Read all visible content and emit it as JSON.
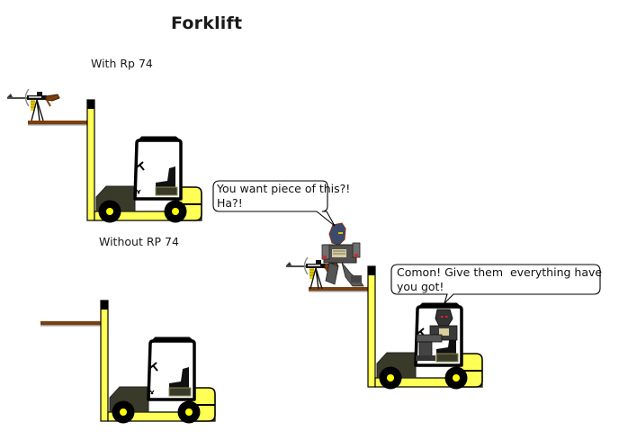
{
  "title": "Forklift",
  "panels": [
    {
      "caption": "With Rp 74",
      "id": "with-rp74"
    },
    {
      "caption": "Without RP 74",
      "id": "without-rp74"
    }
  ],
  "speech_bubbles": [
    {
      "speaker": "soldier-on-fork",
      "lines": [
        "You want piece of this?!",
        "Ha?!"
      ]
    },
    {
      "speaker": "driver",
      "lines": [
        "Comon! Give them  everything have",
        "you got!"
      ]
    }
  ],
  "colors": {
    "background": "#ffffff",
    "forklift_yellow": "#ffff55",
    "forklift_outline": "#000000",
    "engine_cover": "#3a3a2a",
    "fork_wood": "#7a3f10",
    "fork_shadow": "#9a9a9a",
    "wheel_hub": "#ffff00",
    "rifle_stock": "#7a3f10",
    "armor_gray": "#505050"
  }
}
